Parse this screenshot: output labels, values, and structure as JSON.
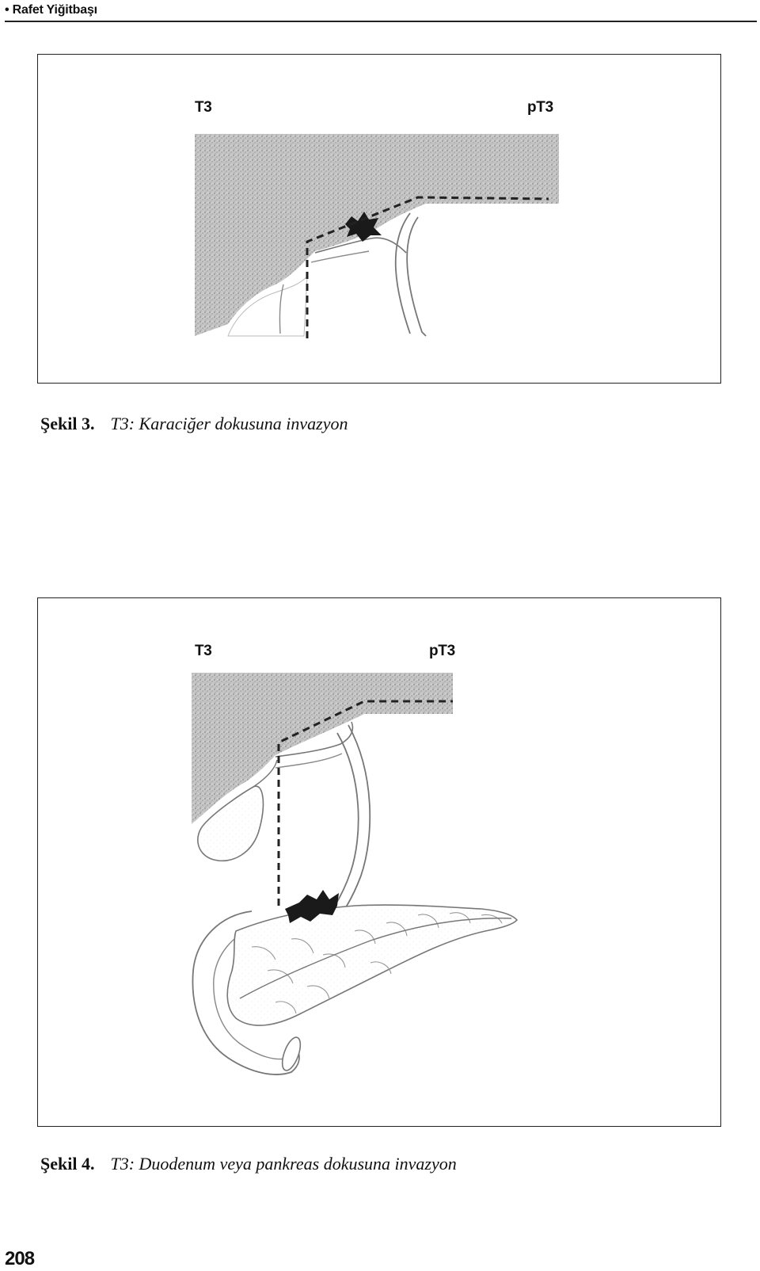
{
  "header": {
    "title": "• Rafet Yiğitbaşı"
  },
  "figure3": {
    "label_left": "T3",
    "label_right": "pT3",
    "caption_number": "Şekil 3.",
    "caption_text": "T3: Karaciğer dokusuna invazyon"
  },
  "figure4": {
    "label_left": "T3",
    "label_right": "pT3",
    "caption_number": "Şekil 4.",
    "caption_text": "T3: Duodenum veya pankreas dokusuna invazyon"
  },
  "footer": {
    "page_number": "208"
  },
  "colors": {
    "liver_shading": "#bdbdbd",
    "tumor": "#1a1a1a",
    "frame": "#222222"
  }
}
